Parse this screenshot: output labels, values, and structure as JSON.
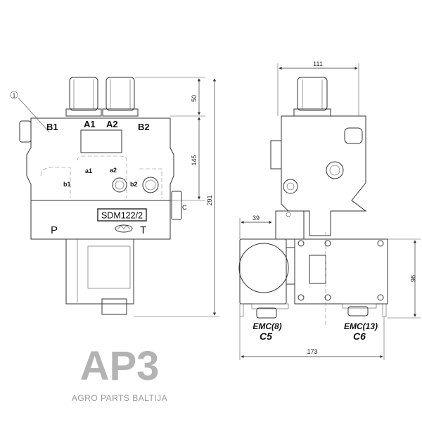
{
  "drawing": {
    "item_callout": "1",
    "front_view": {
      "port_labels": {
        "b1_upper": "B1",
        "a1_upper": "A1",
        "a2_upper": "A2",
        "b2_upper": "B2",
        "a1": "a1",
        "a2": "a2",
        "b1": "b1",
        "b2": "b2",
        "p": "P",
        "t": "T",
        "c": "C"
      },
      "model_plate": "SDM122/2",
      "dimensions": {
        "top_height": "50",
        "body_height": "145",
        "total_height": "291"
      }
    },
    "side_view": {
      "dimensions": {
        "top_width": "111",
        "offset": "39",
        "module_height": "96",
        "module_width": "173"
      },
      "connectors": [
        {
          "type": "EMC(8)",
          "name": "C5"
        },
        {
          "type": "EMC(13)",
          "name": "C6"
        }
      ]
    }
  },
  "watermark": {
    "logo": "AP3",
    "text": "AGRO PARTS BALTIJA",
    "color": "#9a9a9a"
  }
}
